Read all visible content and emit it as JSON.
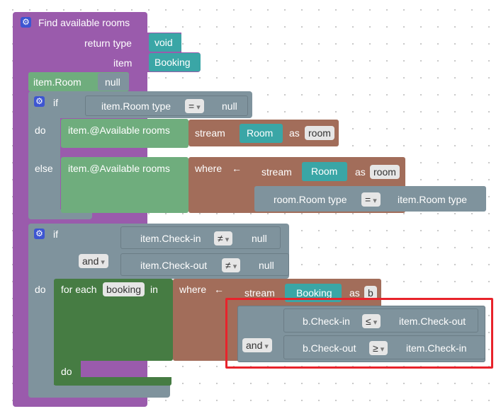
{
  "function": {
    "title": "Find available rooms",
    "return_type_label": "return type",
    "return_type_value": "void",
    "item_label": "item",
    "item_value": "Booking"
  },
  "set_room": {
    "target": "item.Room",
    "value": "null"
  },
  "if1": {
    "if_label": "if",
    "cond_left": "item.Room type",
    "cond_op": "=",
    "cond_right": "null",
    "do_label": "do",
    "do_target": "item.@Available rooms",
    "do_stream_label": "stream",
    "do_stream_value": "Room",
    "do_as_label": "as",
    "do_as_var": "room",
    "else_label": "else",
    "else_target": "item.@Available rooms",
    "else_where_label": "where",
    "else_arrow": "←",
    "else_stream_label": "stream",
    "else_stream_value": "Room",
    "else_as_label": "as",
    "else_as_var": "room",
    "else_cond_left": "room.Room type",
    "else_cond_op": "=",
    "else_cond_right": "item.Room type"
  },
  "if2": {
    "if_label": "if",
    "and_label": "and",
    "c1_left": "item.Check-in",
    "c1_op": "≠",
    "c1_right": "null",
    "c2_left": "item.Check-out",
    "c2_op": "≠",
    "c2_right": "null",
    "do_label": "do",
    "foreach_label": "for each",
    "foreach_var": "booking",
    "in_label": "in",
    "where_label": "where",
    "arrow": "←",
    "stream_label": "stream",
    "stream_value": "Booking",
    "as_label": "as",
    "as_var": "b",
    "and2_label": "and",
    "w1_left": "b.Check-in",
    "w1_op": "≤",
    "w1_right": "item.Check-out",
    "w2_left": "b.Check-out",
    "w2_op": "≥",
    "w2_right": "item.Check-in",
    "inner_do_label": "do"
  },
  "icons": {
    "gear": "gear-icon"
  },
  "colors": {
    "procedure": "#9a5bac",
    "logic": "#7f939d",
    "variable": "#6fad7d",
    "loop": "#467c43",
    "query": "#a26d5a",
    "type": "#3aa6a6",
    "highlight": "#e8232b"
  }
}
